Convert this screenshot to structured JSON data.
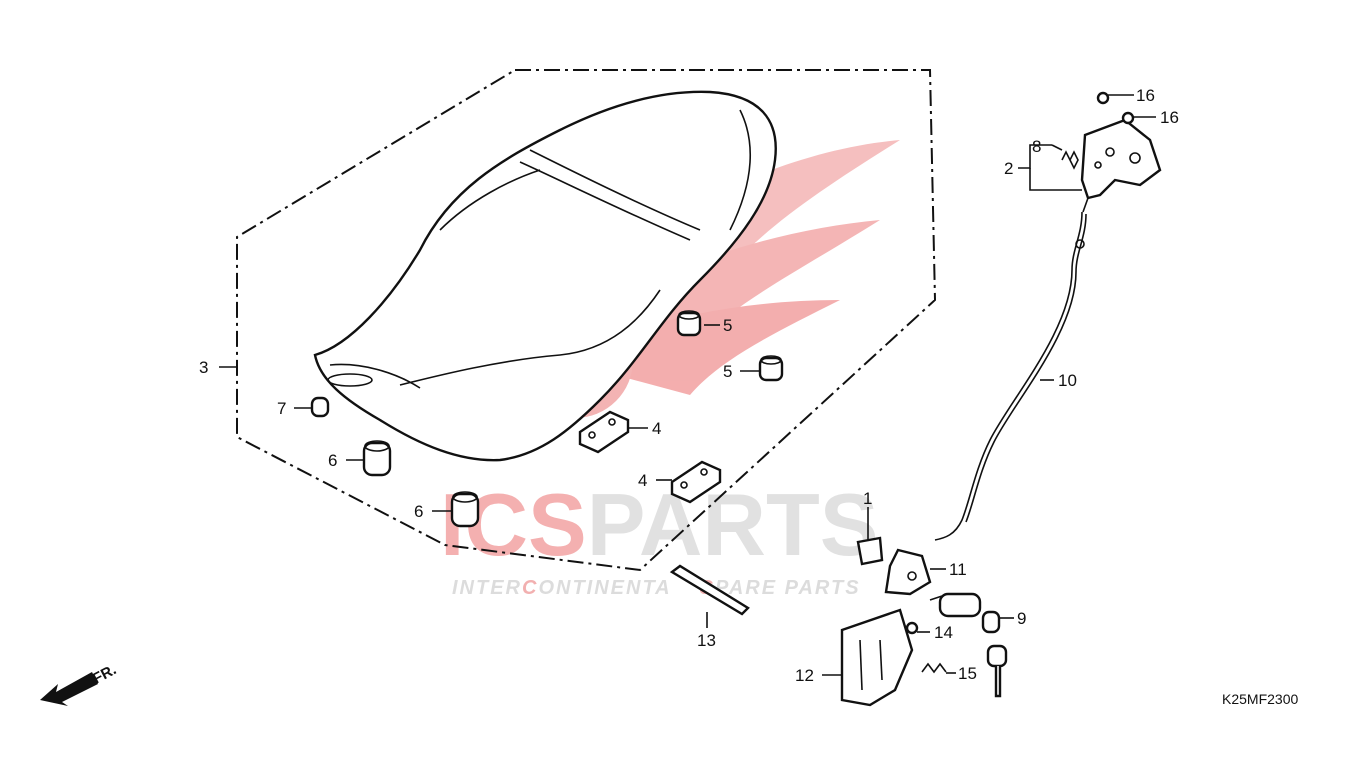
{
  "diagram": {
    "code": "K25MF2300",
    "direction_label": "FR.",
    "colors": {
      "line": "#111111",
      "watermark_red": "#e23a3a",
      "watermark_grey": "#d9d9d9"
    }
  },
  "watermark": {
    "brand_red": "ICS",
    "brand_grey": "PARTS",
    "tagline_a": "INTER",
    "tagline_b": "C",
    "tagline_c": "ONTINENTA",
    "tagline_d": "S",
    "tagline_e": "PARE PARTS"
  },
  "callouts": {
    "c1": "1",
    "c2": "2",
    "c3": "3",
    "c4a": "4",
    "c4b": "4",
    "c5a": "5",
    "c5b": "5",
    "c6a": "6",
    "c6b": "6",
    "c7": "7",
    "c8": "8",
    "c9": "9",
    "c10": "10",
    "c11": "11",
    "c12": "12",
    "c13": "13",
    "c14": "14",
    "c15": "15",
    "c16a": "16",
    "c16b": "16"
  }
}
